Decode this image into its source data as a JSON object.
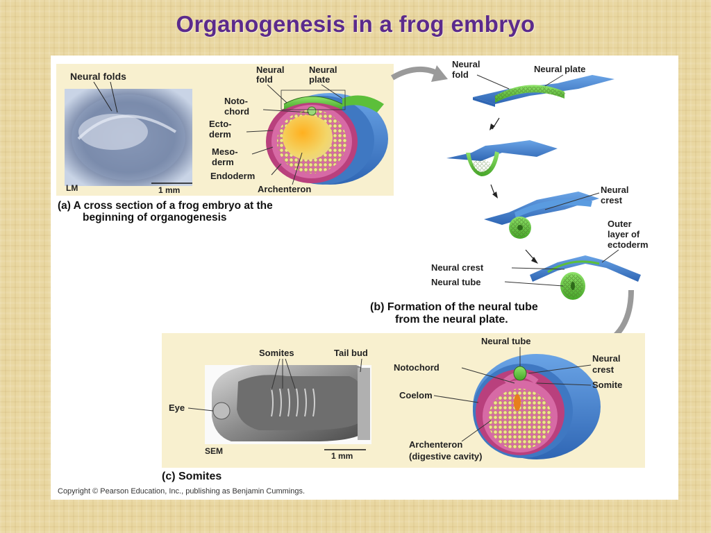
{
  "title": "Organogenesis in a frog embryo",
  "panel_a": {
    "photo_label": "Neural folds",
    "lm": "LM",
    "scale": "1 mm",
    "labels": {
      "neural_fold": [
        "Neural",
        "fold"
      ],
      "neural_plate": [
        "Neural",
        "plate"
      ],
      "notochord": [
        "Noto-",
        "chord"
      ],
      "ectoderm": [
        "Ecto-",
        "derm"
      ],
      "mesoderm": [
        "Meso-",
        "derm"
      ],
      "endoderm": "Endoderm",
      "archenteron": "Archenteron"
    },
    "caption": [
      "(a) A cross section of a frog embryo at the",
      "beginning of organogenesis"
    ]
  },
  "panel_b": {
    "labels": {
      "neural_fold": [
        "Neural",
        "fold"
      ],
      "neural_plate": "Neural plate",
      "neural_crest_top": [
        "Neural",
        "crest"
      ],
      "outer_layer": [
        "Outer",
        "layer of",
        "ectoderm"
      ],
      "neural_crest": "Neural crest",
      "neural_tube": "Neural tube"
    },
    "caption": [
      "(b) Formation of the neural tube",
      "from the neural plate."
    ]
  },
  "panel_c": {
    "labels": {
      "somites": "Somites",
      "tail_bud": "Tail bud",
      "eye": "Eye",
      "sem": "SEM",
      "scale": "1 mm",
      "neural_tube": "Neural tube",
      "notochord": "Notochord",
      "neural_crest": [
        "Neural",
        "crest"
      ],
      "somite": "Somite",
      "coelom": "Coelom",
      "archenteron": [
        "Archenteron",
        "(digestive cavity)"
      ]
    },
    "caption": "(c) Somites"
  },
  "copyright": "Copyright © Pearson Education, Inc., publishing as Benjamin Cummings.",
  "colors": {
    "title": "#5b2a8c",
    "ectoderm_blue": "#3d7cc9",
    "neural_green": "#5cbf3a",
    "mesoderm_pink": "#c0408a",
    "endoderm_yellow": "#e9dc6a",
    "panel_bg_cream": "#f8f0cf"
  }
}
